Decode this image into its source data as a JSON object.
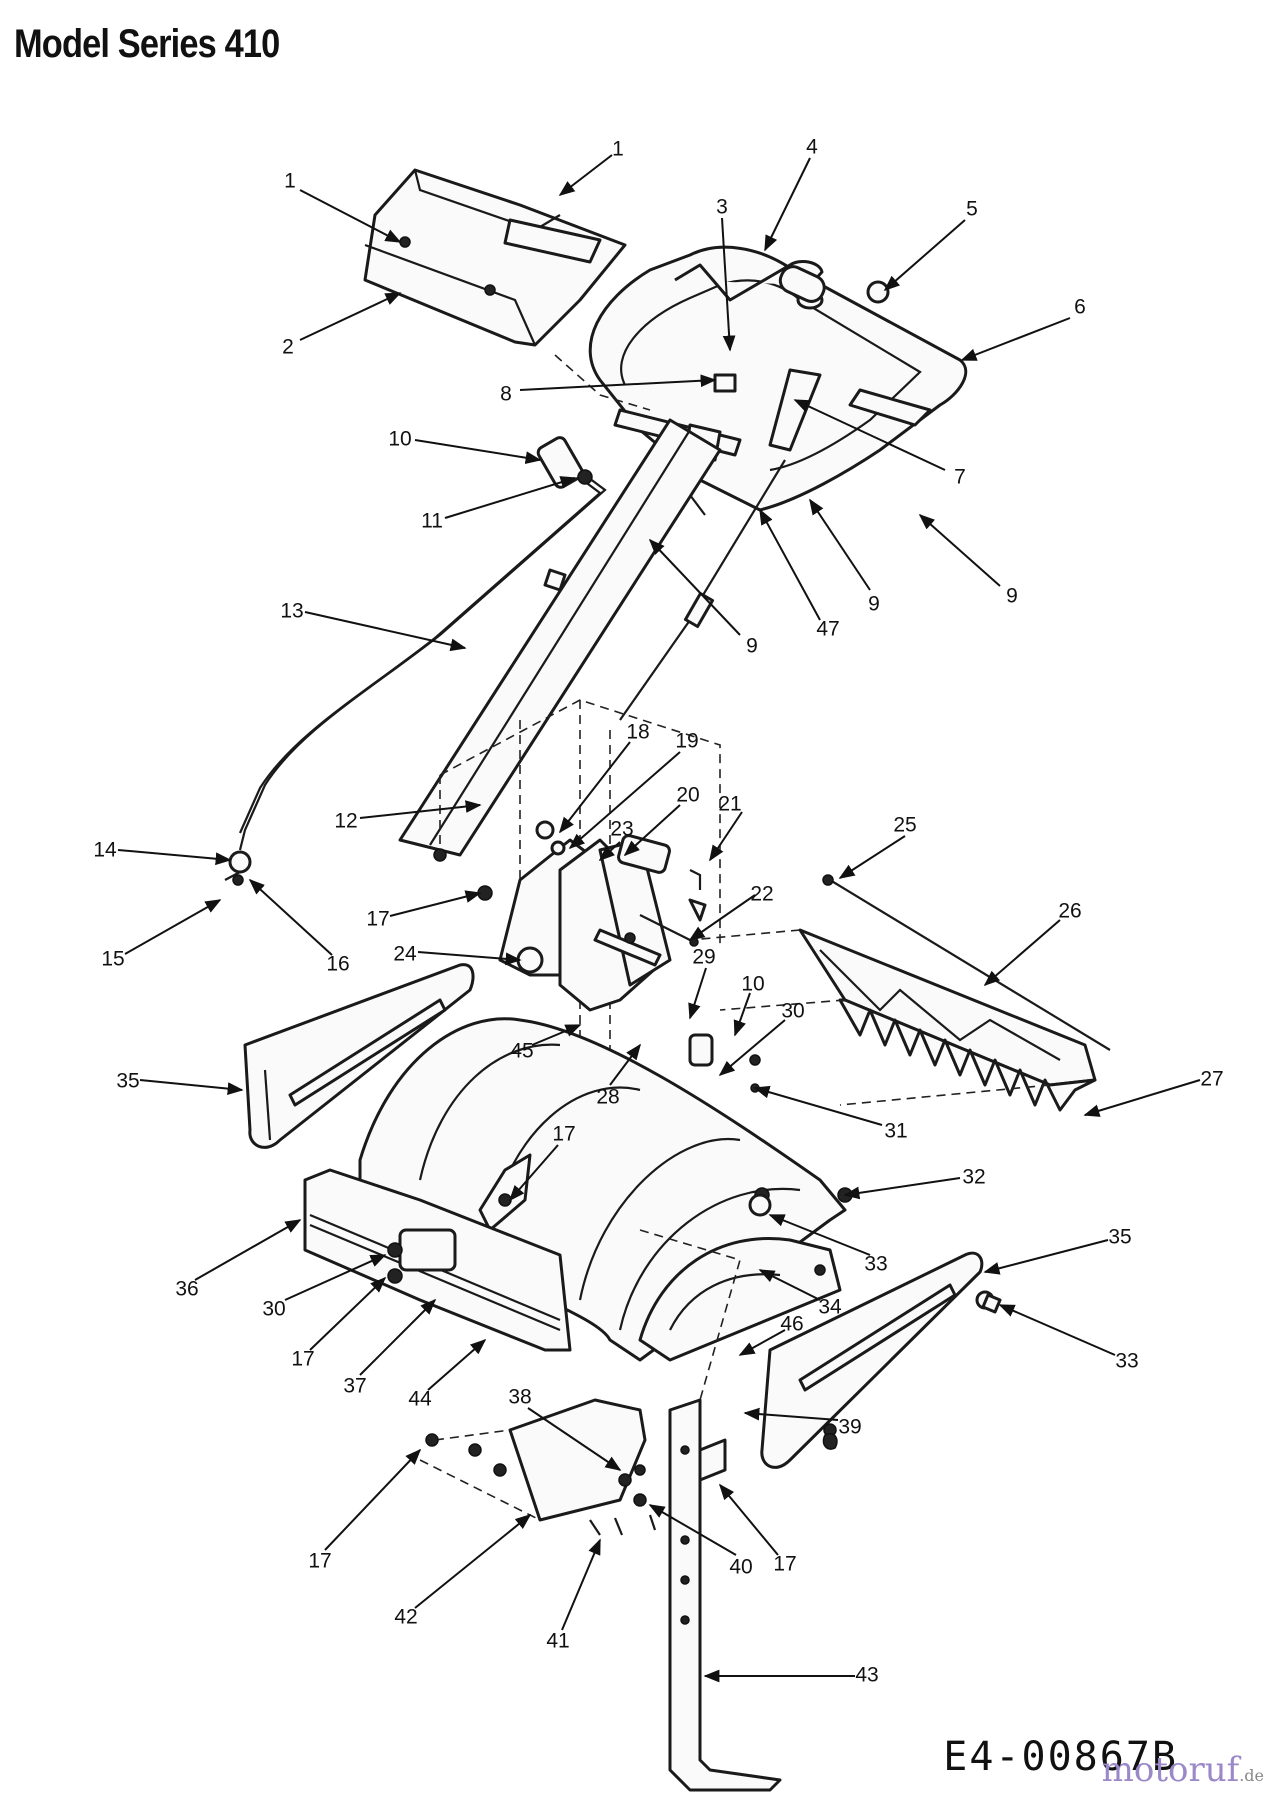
{
  "title": "Model Series 410",
  "drawing_code": "E4-00867B",
  "watermark": {
    "name": "motoruf",
    "tld": ".de"
  },
  "callouts": [
    "1",
    "1",
    "2",
    "3",
    "4",
    "5",
    "6",
    "7",
    "8",
    "9",
    "9",
    "9",
    "10",
    "10",
    "11",
    "12",
    "13",
    "14",
    "15",
    "16",
    "17",
    "17",
    "17",
    "17",
    "17",
    "17",
    "18",
    "19",
    "20",
    "21",
    "22",
    "23",
    "24",
    "25",
    "26",
    "27",
    "28",
    "29",
    "30",
    "30",
    "31",
    "32",
    "33",
    "33",
    "34",
    "35",
    "35",
    "36",
    "37",
    "38",
    "39",
    "40",
    "41",
    "42",
    "43",
    "44",
    "45",
    "46",
    "47"
  ]
}
